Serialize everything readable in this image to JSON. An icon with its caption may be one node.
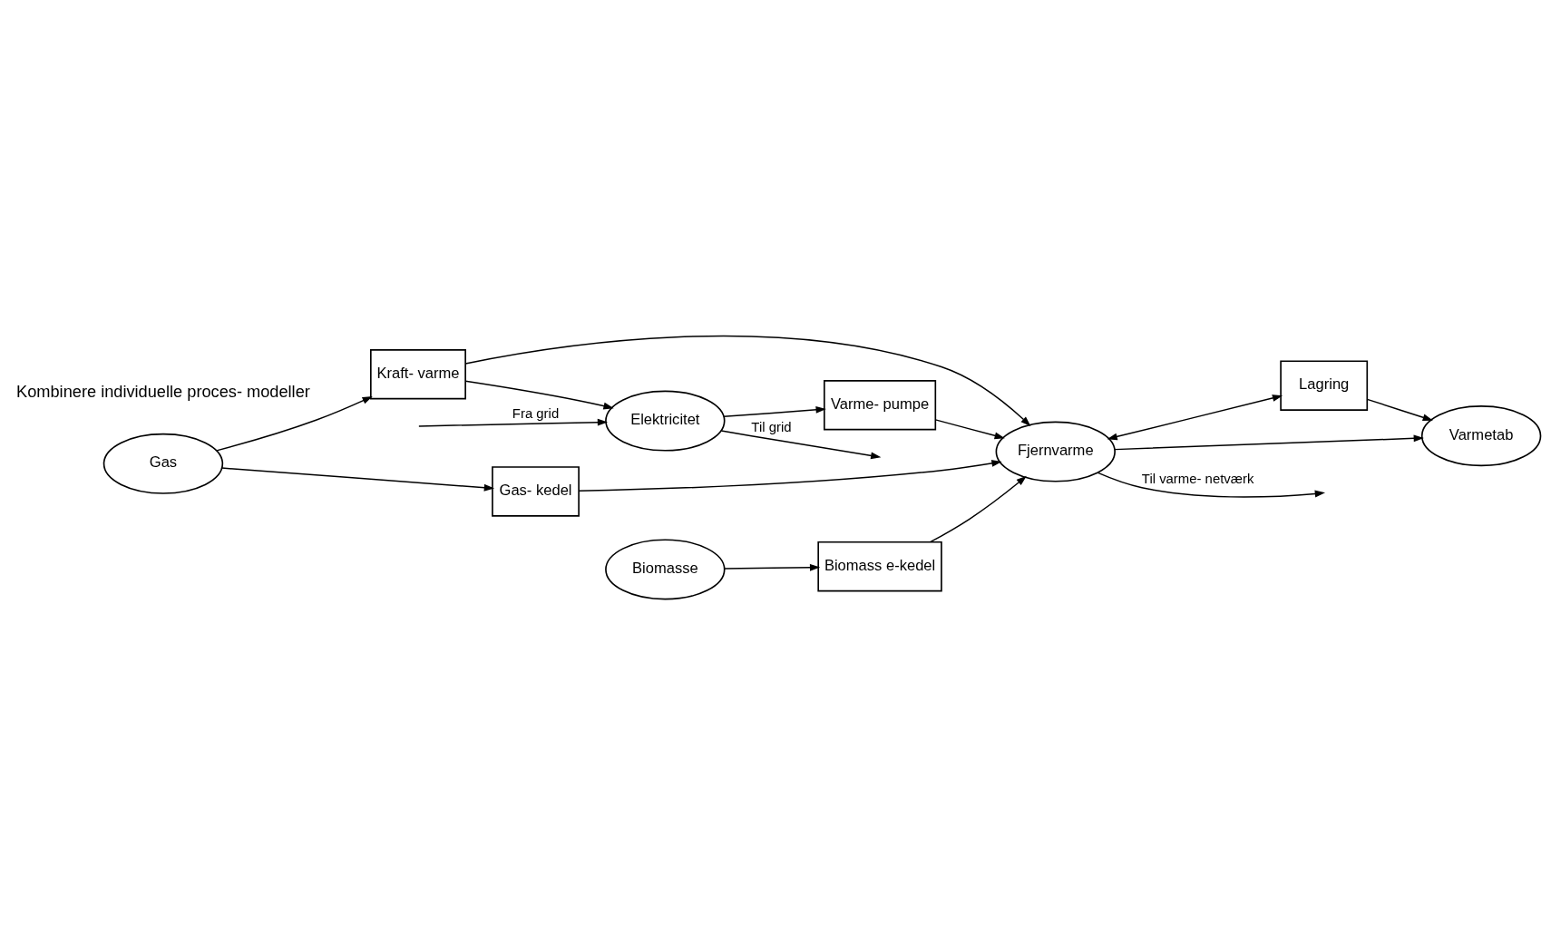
{
  "diagram": {
    "nodes": [
      {
        "text": [
          "Gas"
        ]
      },
      {
        "text": [
          "Kraft- varme"
        ]
      },
      {
        "text": [
          "Elektricitet"
        ]
      },
      {
        "text": [
          "Varme- pumpe"
        ]
      },
      {
        "text": [
          "Fjernvarme"
        ]
      },
      {
        "text": [
          "Gas- kedel"
        ]
      },
      {
        "text": [
          "Biomasse"
        ]
      },
      {
        "text": [
          "Biomass e-kedel"
        ]
      },
      {
        "text": [
          "Lagring"
        ]
      },
      {
        "text": [
          "Varmetab"
        ]
      }
    ],
    "edges": [
      {
        "from": 0,
        "to": 1,
        "arrow": "to"
      },
      {
        "from": 1,
        "to": 2,
        "arrow": "to"
      },
      {
        "from": 1,
        "to": 4,
        "arrow": "to"
      },
      {
        "from": null,
        "to": 2,
        "arrow": "to",
        "label": "Fra grid"
      },
      {
        "from": 2,
        "to": null,
        "arrow": "to",
        "label": "Til grid"
      },
      {
        "from": 2,
        "to": 3,
        "arrow": "to"
      },
      {
        "from": 3,
        "to": 4,
        "arrow": "to"
      },
      {
        "from": 0,
        "to": 5,
        "arrow": "to"
      },
      {
        "from": 5,
        "to": 4,
        "arrow": "to"
      },
      {
        "from": 6,
        "to": 7,
        "arrow": "to"
      },
      {
        "from": 7,
        "to": 4,
        "arrow": "to"
      },
      {
        "from": 4,
        "to": null,
        "arrow": "to",
        "label": "Til varme- netværk"
      },
      {
        "from": 4,
        "to": 9,
        "arrow": "to"
      },
      {
        "from": 4,
        "to": 8,
        "arrow": "both"
      },
      {
        "from": 8,
        "to": 9,
        "arrow": "to"
      }
    ],
    "labels": [
      "Kombinere individuelle proces- modeller"
    ]
  }
}
